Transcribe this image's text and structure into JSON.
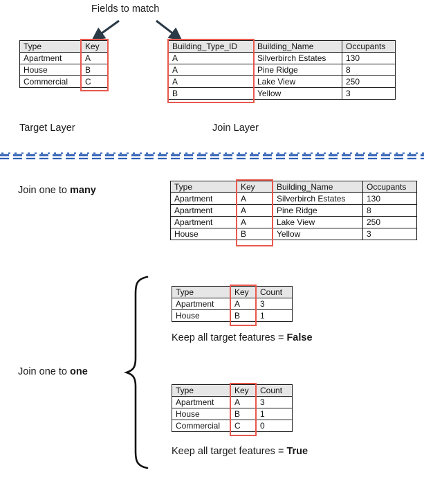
{
  "title_note": "Fields to match",
  "labels": {
    "target_layer": "Target Layer",
    "join_layer": "Join Layer",
    "join_one_to_many_prefix": "Join one to ",
    "join_one_to_many_strong": "many",
    "join_one_to_one_prefix": "Join one to ",
    "join_one_to_one_strong": "one",
    "keep_false_prefix": "Keep all target features = ",
    "keep_false_strong": "False",
    "keep_true_prefix": "Keep all target features = ",
    "keep_true_strong": "True"
  },
  "colors": {
    "highlight": "#e8584d",
    "divider": "#2e5fb5",
    "header_fill": "#e6e6e6",
    "border": "#1c1c1c"
  },
  "target_table": {
    "headers": [
      "Type",
      "Key"
    ],
    "rows": [
      [
        "Apartment",
        "A"
      ],
      [
        "House",
        "B"
      ],
      [
        "Commercial",
        "C"
      ]
    ]
  },
  "join_table": {
    "headers": [
      "Building_Type_ID",
      "Building_Name",
      "Occupants"
    ],
    "rows": [
      [
        "A",
        "Silverbirch Estates",
        "130"
      ],
      [
        "A",
        "Pine Ridge",
        "8"
      ],
      [
        "A",
        "Lake View",
        "250"
      ],
      [
        "B",
        "Yellow",
        "3"
      ]
    ]
  },
  "one_to_many_table": {
    "headers": [
      "Type",
      "Key",
      "Building_Name",
      "Occupants"
    ],
    "rows": [
      [
        "Apartment",
        "A",
        "Silverbirch Estates",
        "130"
      ],
      [
        "Apartment",
        "A",
        "Pine Ridge",
        "8"
      ],
      [
        "Apartment",
        "A",
        "Lake View",
        "250"
      ],
      [
        "House",
        "B",
        "Yellow",
        "3"
      ]
    ]
  },
  "one_to_one_false_table": {
    "headers": [
      "Type",
      "Key",
      "Count"
    ],
    "rows": [
      [
        "Apartment",
        "A",
        "3"
      ],
      [
        "House",
        "B",
        "1"
      ]
    ]
  },
  "one_to_one_true_table": {
    "headers": [
      "Type",
      "Key",
      "Count"
    ],
    "rows": [
      [
        "Apartment",
        "A",
        "3"
      ],
      [
        "House",
        "B",
        "1"
      ],
      [
        "Commercial",
        "C",
        "0"
      ]
    ]
  }
}
